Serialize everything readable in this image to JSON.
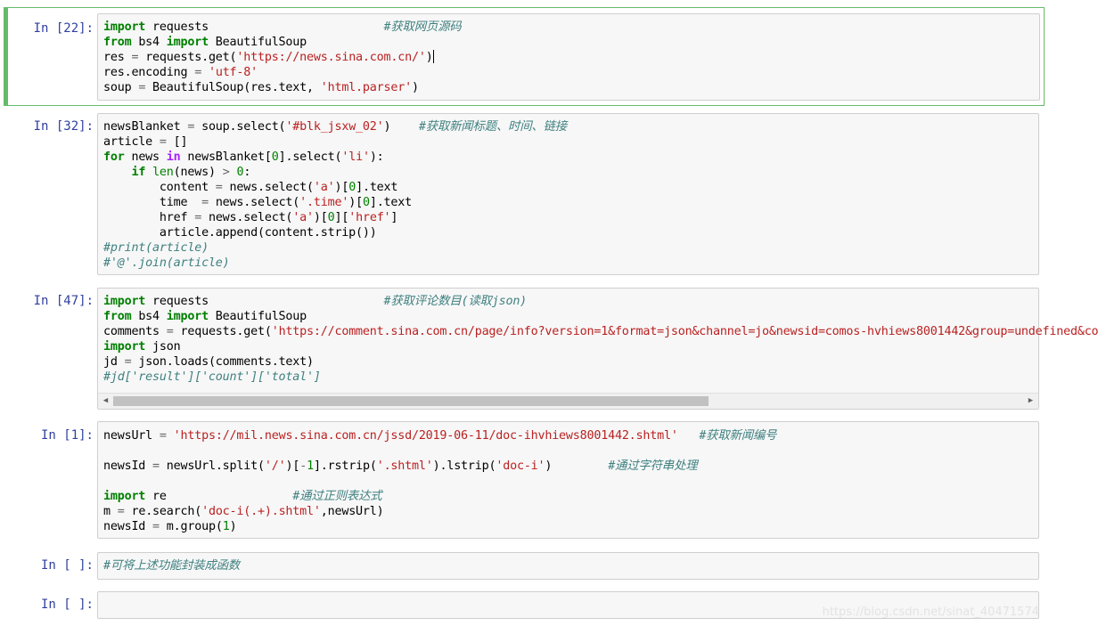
{
  "cells": [
    {
      "prompt": "In [22]:",
      "lines": [
        [
          [
            "kw",
            "import"
          ],
          [
            "t",
            " requests"
          ],
          [
            "t",
            "                         "
          ],
          [
            "comment",
            "#获取网页源码"
          ]
        ],
        [
          [
            "kw",
            "from"
          ],
          [
            "t",
            " bs4 "
          ],
          [
            "kw",
            "import"
          ],
          [
            "t",
            " BeautifulSoup"
          ]
        ],
        [
          [
            "t",
            "res "
          ],
          [
            "op",
            "="
          ],
          [
            "t",
            " requests.get("
          ],
          [
            "str",
            "'https://news.sina.com.cn/'"
          ],
          [
            "t",
            ")"
          ]
        ],
        [
          [
            "t",
            "res.encoding "
          ],
          [
            "op",
            "="
          ],
          [
            "t",
            " "
          ],
          [
            "str",
            "'utf-8'"
          ]
        ],
        [
          [
            "t",
            "soup "
          ],
          [
            "op",
            "="
          ],
          [
            "t",
            " BeautifulSoup(res.text, "
          ],
          [
            "str",
            "'html.parser'"
          ],
          [
            "t",
            ")"
          ]
        ]
      ]
    },
    {
      "prompt": "In [32]:",
      "lines": [
        [
          [
            "t",
            "newsBlanket "
          ],
          [
            "op",
            "="
          ],
          [
            "t",
            " soup.select("
          ],
          [
            "str",
            "'#blk_jsxw_02'"
          ],
          [
            "t",
            ")    "
          ],
          [
            "comment",
            "#获取新闻标题、时间、链接"
          ]
        ],
        [
          [
            "t",
            "article "
          ],
          [
            "op",
            "="
          ],
          [
            "t",
            " []"
          ]
        ],
        [
          [
            "kw",
            "for"
          ],
          [
            "t",
            " news "
          ],
          [
            "opw",
            "in"
          ],
          [
            "t",
            " newsBlanket["
          ],
          [
            "num",
            "0"
          ],
          [
            "t",
            "].select("
          ],
          [
            "str",
            "'li'"
          ],
          [
            "t",
            "):"
          ]
        ],
        [
          [
            "t",
            "    "
          ],
          [
            "kw",
            "if"
          ],
          [
            "t",
            " "
          ],
          [
            "builtin",
            "len"
          ],
          [
            "t",
            "(news) "
          ],
          [
            "op",
            ">"
          ],
          [
            "t",
            " "
          ],
          [
            "num",
            "0"
          ],
          [
            "t",
            ":"
          ]
        ],
        [
          [
            "t",
            "        content "
          ],
          [
            "op",
            "="
          ],
          [
            "t",
            " news.select("
          ],
          [
            "str",
            "'a'"
          ],
          [
            "t",
            ")["
          ],
          [
            "num",
            "0"
          ],
          [
            "t",
            "].text"
          ]
        ],
        [
          [
            "t",
            "        time  "
          ],
          [
            "op",
            "="
          ],
          [
            "t",
            " news.select("
          ],
          [
            "str",
            "'.time'"
          ],
          [
            "t",
            ")["
          ],
          [
            "num",
            "0"
          ],
          [
            "t",
            "].text"
          ]
        ],
        [
          [
            "t",
            "        href "
          ],
          [
            "op",
            "="
          ],
          [
            "t",
            " news.select("
          ],
          [
            "str",
            "'a'"
          ],
          [
            "t",
            ")["
          ],
          [
            "num",
            "0"
          ],
          [
            "t",
            "]["
          ],
          [
            "str",
            "'href'"
          ],
          [
            "t",
            "]"
          ]
        ],
        [
          [
            "t",
            "        article.append(content.strip())"
          ]
        ],
        [
          [
            "comment",
            "#print(article)"
          ]
        ],
        [
          [
            "comment",
            "#'@'.join(article)"
          ]
        ]
      ]
    },
    {
      "prompt": "In [47]:",
      "lines": [
        [
          [
            "kw",
            "import"
          ],
          [
            "t",
            " requests"
          ],
          [
            "t",
            "                         "
          ],
          [
            "comment",
            "#获取评论数目(读取json)"
          ]
        ],
        [
          [
            "kw",
            "from"
          ],
          [
            "t",
            " bs4 "
          ],
          [
            "kw",
            "import"
          ],
          [
            "t",
            " BeautifulSoup"
          ]
        ],
        [
          [
            "t",
            "comments "
          ],
          [
            "op",
            "="
          ],
          [
            "t",
            " requests.get("
          ],
          [
            "str",
            "'https://comment.sina.com.cn/page/info?version=1&format=json&channel=jo&newsid=comos-hvhiews8001442&group=undefined&co"
          ]
        ],
        [
          [
            "kw",
            "import"
          ],
          [
            "t",
            " json"
          ]
        ],
        [
          [
            "t",
            "jd "
          ],
          [
            "op",
            "="
          ],
          [
            "t",
            " json.loads(comments.text)"
          ]
        ],
        [
          [
            "comment",
            "#jd['result']['count']['total']"
          ]
        ]
      ]
    },
    {
      "prompt": "In [1]:",
      "lines": [
        [
          [
            "t",
            "newsUrl "
          ],
          [
            "op",
            "="
          ],
          [
            "t",
            " "
          ],
          [
            "str",
            "'https://mil.news.sina.com.cn/jssd/2019-06-11/doc-ihvhiews8001442.shtml'"
          ],
          [
            "t",
            "   "
          ],
          [
            "comment",
            "#获取新闻编号"
          ]
        ],
        [],
        [
          [
            "t",
            "newsId "
          ],
          [
            "op",
            "="
          ],
          [
            "t",
            " newsUrl.split("
          ],
          [
            "str",
            "'/'"
          ],
          [
            "t",
            ")["
          ],
          [
            "op",
            "-"
          ],
          [
            "num",
            "1"
          ],
          [
            "t",
            "].rstrip("
          ],
          [
            "str",
            "'.shtml'"
          ],
          [
            "t",
            ").lstrip("
          ],
          [
            "str",
            "'doc-i'"
          ],
          [
            "t",
            ")        "
          ],
          [
            "comment",
            "#通过字符串处理"
          ]
        ],
        [],
        [
          [
            "kw",
            "import"
          ],
          [
            "t",
            " re"
          ],
          [
            "t",
            "                  "
          ],
          [
            "comment",
            "#通过正则表达式"
          ]
        ],
        [
          [
            "t",
            "m "
          ],
          [
            "op",
            "="
          ],
          [
            "t",
            " re.search("
          ],
          [
            "str",
            "'doc-i(.+).shtml'"
          ],
          [
            "t",
            ",newsUrl)"
          ]
        ],
        [
          [
            "t",
            "newsId "
          ],
          [
            "op",
            "="
          ],
          [
            "t",
            " m.group("
          ],
          [
            "num",
            "1"
          ],
          [
            "t",
            ")"
          ]
        ]
      ]
    },
    {
      "prompt": "In [ ]:",
      "lines": [
        [
          [
            "comment",
            "#可将上述功能封装成函数"
          ]
        ]
      ]
    },
    {
      "prompt": "In [ ]:",
      "lines": []
    }
  ],
  "watermark": "https://blog.csdn.net/sinat_40471574",
  "colors": {
    "selected_border": "#66bb6a",
    "prompt": "#303f9f",
    "keyword": "#008000",
    "string": "#ba2121",
    "comment": "#408080"
  }
}
